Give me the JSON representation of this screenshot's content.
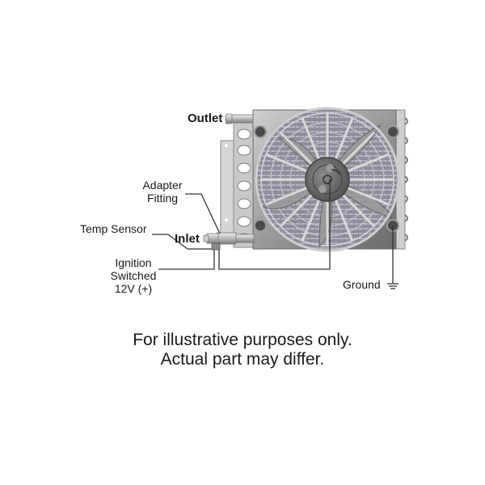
{
  "diagram": {
    "subject": "Transmission/oil cooler with electric fan wiring diagram",
    "labels": {
      "outlet": "Outlet",
      "inlet": "Inlet",
      "adapter_fitting_line1": "Adapter",
      "adapter_fitting_line2": "Fitting",
      "temp_sensor": "Temp Sensor",
      "ignition_line1": "Ignition",
      "ignition_line2": "Switched",
      "ignition_line3": "12V (+)",
      "ground": "Ground"
    },
    "disclaimer": {
      "line1": "For illustrative purposes only.",
      "line2": "Actual part may differ."
    },
    "colors": {
      "line": "#333333",
      "metal_light": "#d9d9d9",
      "metal_mid": "#a6a6a6",
      "metal_dark": "#5a5a5a",
      "fan_hub": "#6e6e6e",
      "background": "#ffffff"
    }
  }
}
